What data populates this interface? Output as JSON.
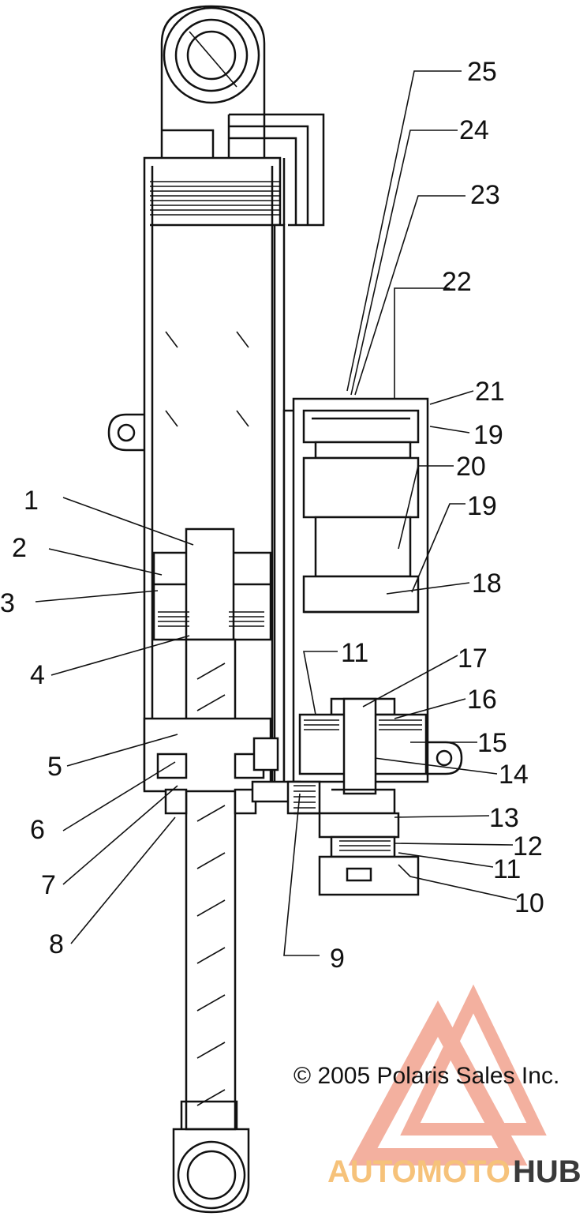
{
  "diagram": {
    "callouts": [
      {
        "id": "1",
        "text": "1"
      },
      {
        "id": "2",
        "text": "2"
      },
      {
        "id": "3",
        "text": "3"
      },
      {
        "id": "4",
        "text": "4"
      },
      {
        "id": "5",
        "text": "5"
      },
      {
        "id": "6",
        "text": "6"
      },
      {
        "id": "7",
        "text": "7"
      },
      {
        "id": "8",
        "text": "8"
      },
      {
        "id": "9",
        "text": "9"
      },
      {
        "id": "10",
        "text": "10"
      },
      {
        "id": "11a",
        "text": "11"
      },
      {
        "id": "11b",
        "text": "11"
      },
      {
        "id": "12",
        "text": "12"
      },
      {
        "id": "13",
        "text": "13"
      },
      {
        "id": "14",
        "text": "14"
      },
      {
        "id": "15",
        "text": "15"
      },
      {
        "id": "16",
        "text": "16"
      },
      {
        "id": "17",
        "text": "17"
      },
      {
        "id": "18",
        "text": "18"
      },
      {
        "id": "19a",
        "text": "19"
      },
      {
        "id": "19b",
        "text": "19"
      },
      {
        "id": "20",
        "text": "20"
      },
      {
        "id": "21",
        "text": "21"
      },
      {
        "id": "22",
        "text": "22"
      },
      {
        "id": "23",
        "text": "23"
      },
      {
        "id": "24",
        "text": "24"
      },
      {
        "id": "25",
        "text": "25"
      }
    ],
    "copyright": "© 2005 Polaris Sales Inc.",
    "watermark": {
      "text_part1": "AUTOMOTO",
      "text_part2": "HUB",
      "color_primary": "#f2a38f",
      "color_secondary": "#f6c27a",
      "color_dark": "#3a3a3a"
    }
  }
}
